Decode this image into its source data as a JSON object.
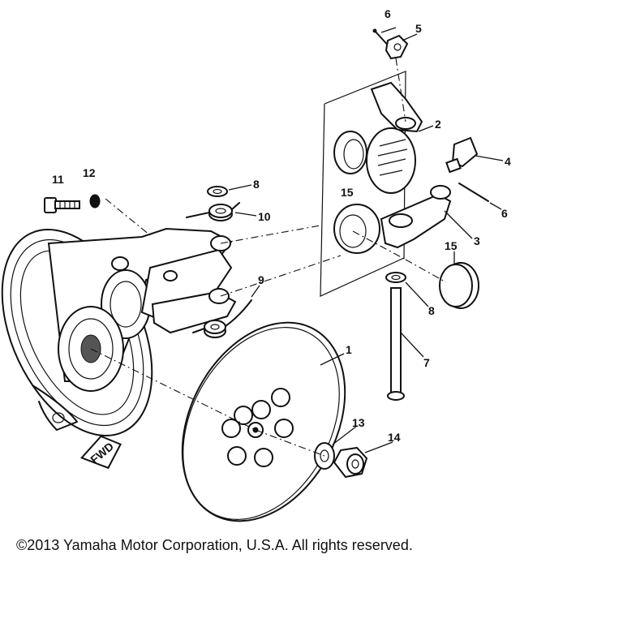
{
  "callouts": {
    "c1": "1",
    "c2": "2",
    "c3": "3",
    "c4": "4",
    "c5": "5",
    "c6a": "6",
    "c6b": "6",
    "c7": "7",
    "c8a": "8",
    "c8b": "8",
    "c9": "9",
    "c10": "10",
    "c11": "11",
    "c12": "12",
    "c13": "13",
    "c14": "14",
    "c15a": "15",
    "c15b": "15"
  },
  "fwd_label": "FWD",
  "copyright": "©2013 Yamaha Motor Corporation, U.S.A. All rights reserved."
}
